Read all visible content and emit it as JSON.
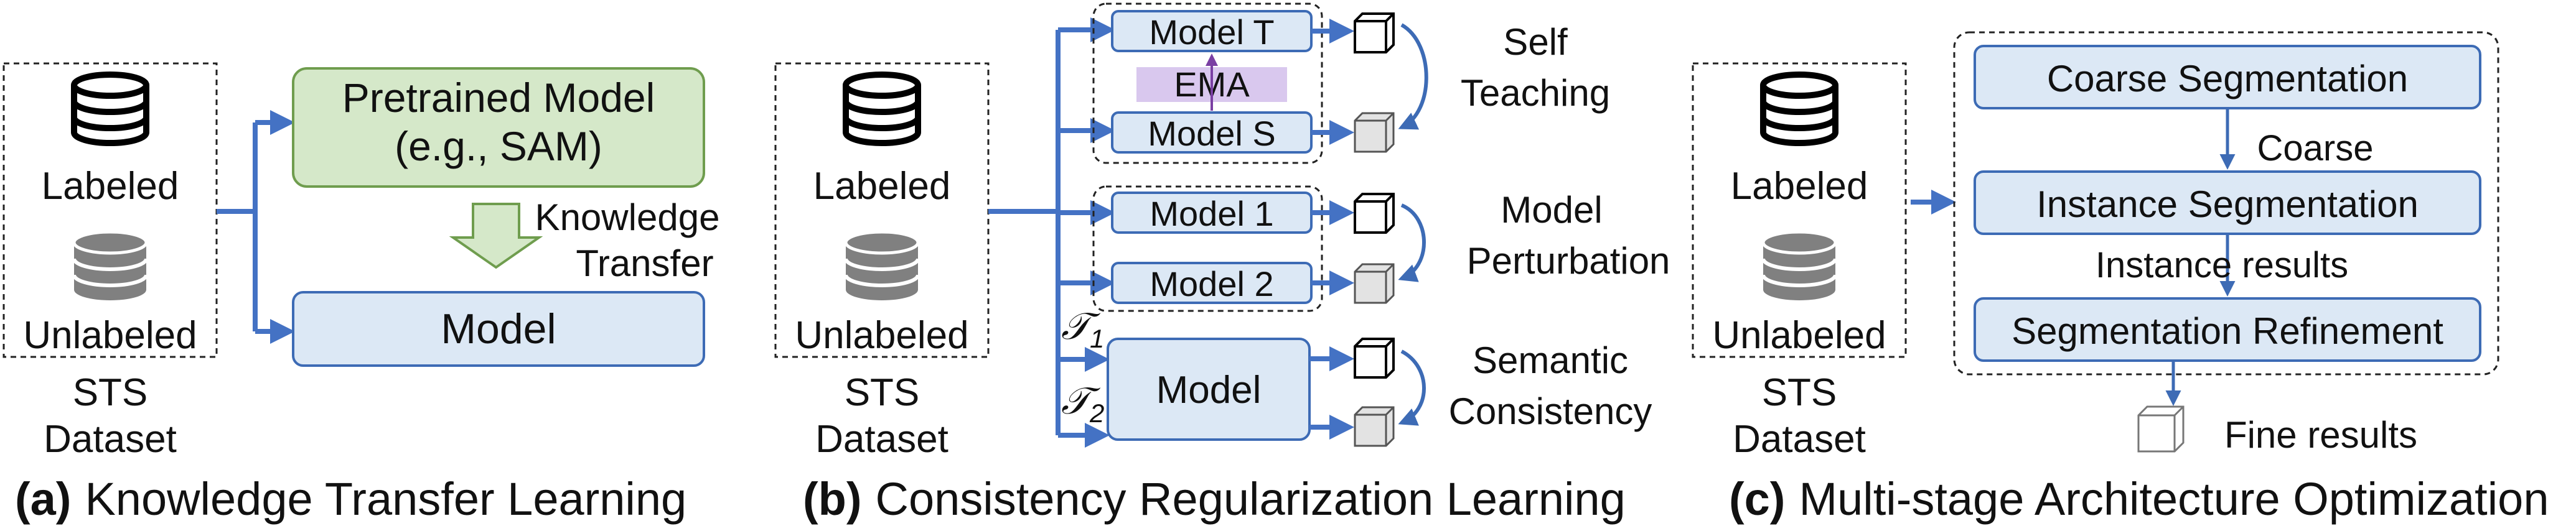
{
  "colors": {
    "arrow": "#4472C4",
    "box_stroke": "#3D6BB5",
    "box_fill": "#DCE8F5",
    "green_fill": "#D5E8C9",
    "green_stroke": "#6F9D4E",
    "ema_fill": "#D9C8EE",
    "ema_arrow": "#7A3FA3",
    "db_dark": "#000000",
    "db_gray": "#808080",
    "cube_gray": "#E3E3E3"
  },
  "panel_a": {
    "labeled": "Labeled",
    "unlabeled": "Unlabeled",
    "dataset": [
      "STS",
      "Dataset"
    ],
    "pretrained": [
      "Pretrained Model",
      "(e.g., SAM)"
    ],
    "transfer": [
      "Knowledge",
      "Transfer"
    ],
    "model": "Model",
    "caption_tag": "(a)",
    "caption": "Knowledge Transfer Learning"
  },
  "panel_b": {
    "labeled": "Labeled",
    "unlabeled": "Unlabeled",
    "dataset": [
      "STS",
      "Dataset"
    ],
    "model_t": "Model T",
    "ema": "EMA",
    "model_s": "Model S",
    "self_teaching": [
      "Self",
      "Teaching"
    ],
    "model_1": "Model 1",
    "model_2": "Model 2",
    "perturbation": [
      "Model",
      "Perturbation"
    ],
    "t1": "𝒯",
    "t1_sub": "1",
    "t2": "𝒯",
    "t2_sub": "2",
    "model": "Model",
    "semantic": [
      "Semantic",
      "Consistency"
    ],
    "caption_tag": "(b)",
    "caption": "Consistency Regularization Learning"
  },
  "panel_c": {
    "labeled": "Labeled",
    "unlabeled": "Unlabeled",
    "dataset": [
      "STS",
      "Dataset"
    ],
    "coarse_seg": "Coarse Segmentation",
    "coarse": "Coarse",
    "instance_seg": "Instance Segmentation",
    "instance_results": "Instance results",
    "refinement": "Segmentation Refinement",
    "fine_results": "Fine results",
    "caption_tag": "(c)",
    "caption": "Multi-stage Architecture Optimization"
  }
}
